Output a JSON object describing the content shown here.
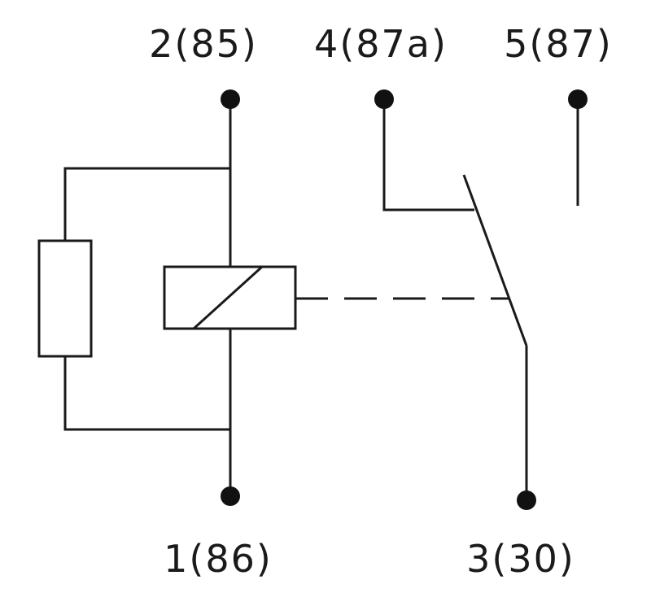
{
  "diagram": {
    "type": "relay-schematic",
    "pins": {
      "top": [
        "2(85)",
        "4(87a)",
        "5(87)"
      ],
      "bottom": [
        "1(86)",
        "3(30)"
      ]
    },
    "components": [
      "relay-coil",
      "parallel-resistor",
      "changeover-switch"
    ],
    "colors": {
      "line": "#1a1a1a",
      "background": "#ffffff"
    }
  }
}
